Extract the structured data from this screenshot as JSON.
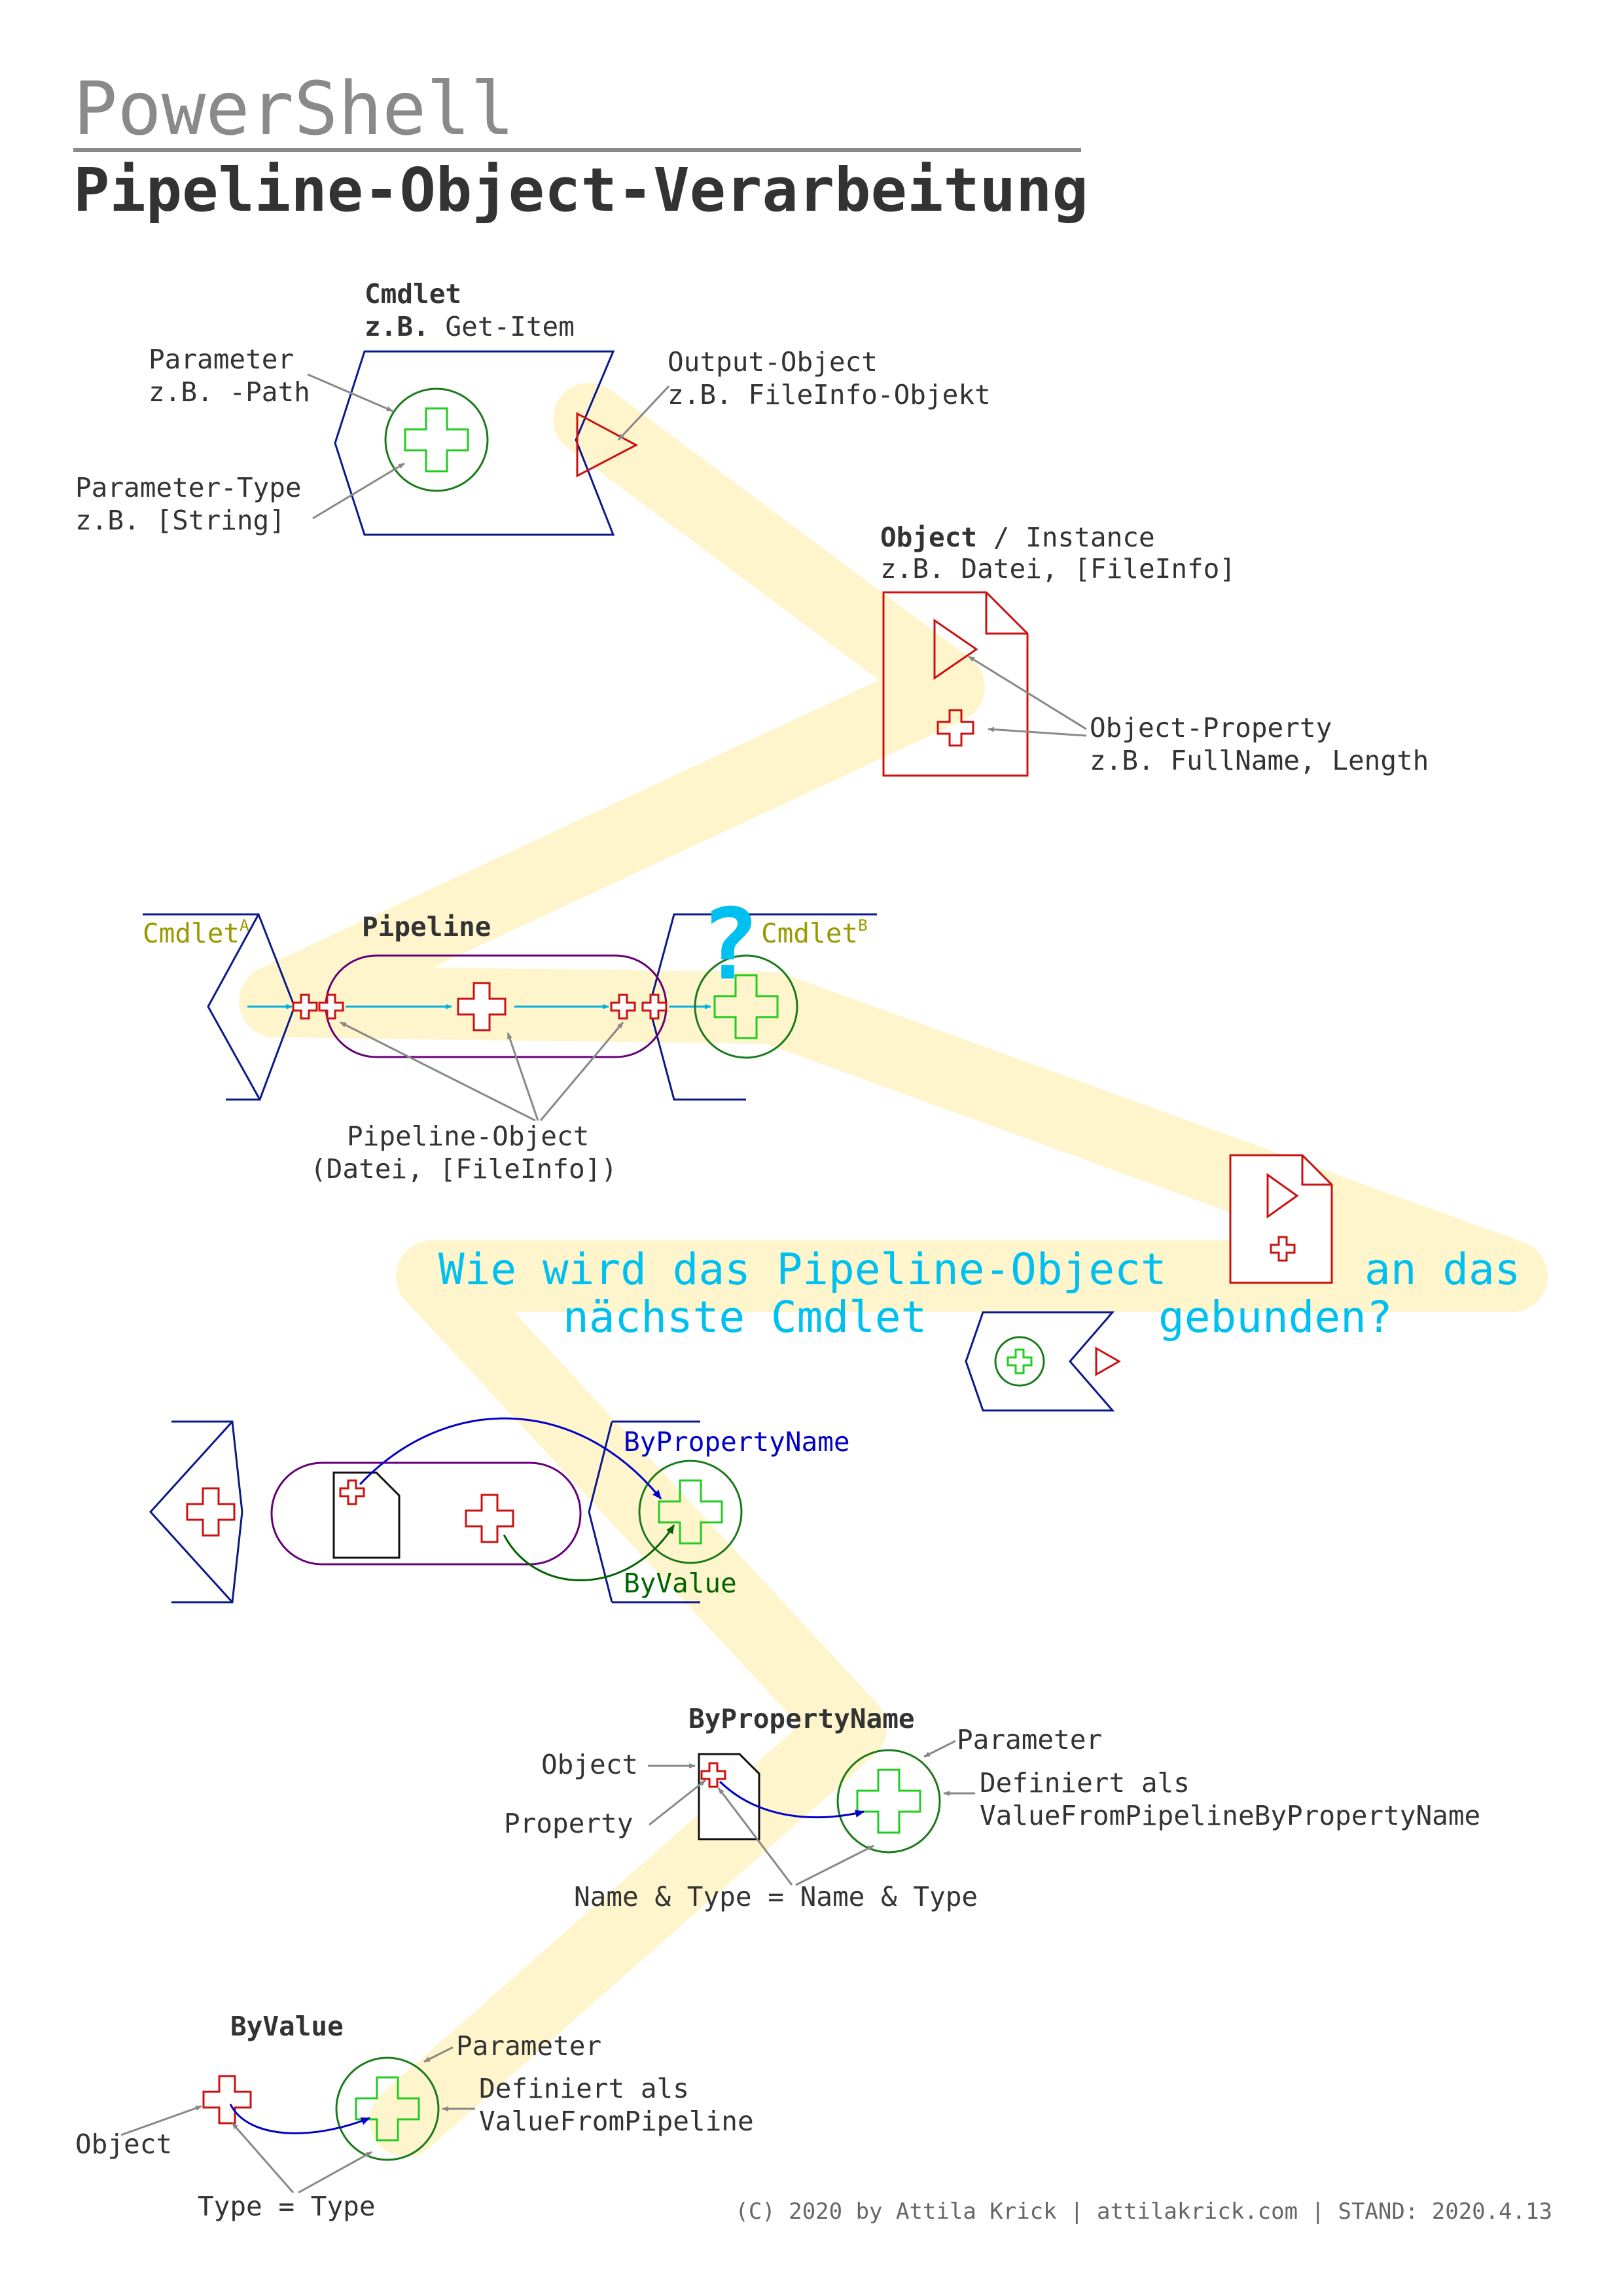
{
  "header": {
    "title": "PowerShell",
    "subtitle": "Pipeline-Object-Verarbeitung"
  },
  "cmdlet_section": {
    "cmdlet_label": "Cmdlet",
    "cmdlet_example_prefix": "z.B.",
    "cmdlet_example_value": " Get-Item",
    "parameter_label": "Parameter",
    "parameter_example": "z.B. -Path",
    "parameter_type_label": "Parameter-Type",
    "parameter_type_example": "z.B. [String]",
    "output_label": "Output-Object",
    "output_example": "z.B. FileInfo-Objekt"
  },
  "object_section": {
    "object_label": "Object",
    "instance_label": " / Instance",
    "object_example": "z.B. Datei, [FileInfo]",
    "property_label": "Object-Property",
    "property_example": "z.B. FullName, Length"
  },
  "pipeline_section": {
    "cmdlet_a": "Cmdlet",
    "cmdlet_a_sup": "A",
    "pipeline_label": "Pipeline",
    "cmdlet_b": "Cmdlet",
    "cmdlet_b_sup": "B",
    "question_mark": "?",
    "pipeline_object_label": "Pipeline-Object",
    "pipeline_object_example": "(Datei, [FileInfo])"
  },
  "question": {
    "line1_part1": "Wie wird das Pipeline-Object",
    "line1_part2": "an das",
    "line2_part1": "nächste Cmdlet",
    "line2_part2": "gebunden?"
  },
  "binding_overview": {
    "by_property_name": "ByPropertyName",
    "by_value": "ByValue"
  },
  "by_property_name_section": {
    "heading": "ByPropertyName",
    "object_label": "Object",
    "property_label": "Property",
    "parameter_label": "Parameter",
    "defined_line1": "Definiert als",
    "defined_line2": "ValueFromPipelineByPropertyName",
    "match_text": "Name & Type = Name & Type"
  },
  "by_value_section": {
    "heading": "ByValue",
    "object_label": "Object",
    "parameter_label": "Parameter",
    "defined_line1": "Definiert als",
    "defined_line2": "ValueFromPipeline",
    "match_text": "Type = Type"
  },
  "footer": {
    "credit": "(C) 2020 by Attila Krick | attilakrick.com | STAND: 2020.4.13"
  },
  "colors": {
    "highlight": "#fff5cc",
    "cmdlet_border": "#0a1a8a",
    "parameter_circle": "#1a7a1a",
    "parameter_cross": "#22cc22",
    "object_red": "#cc1111",
    "pipeline_purple": "#660077",
    "annotation_gray": "#888888",
    "question_cyan": "#00c0f0",
    "by_property_blue": "#0000c8",
    "by_value_green": "#006400",
    "cmdlet_olive": "#9a9a00"
  }
}
